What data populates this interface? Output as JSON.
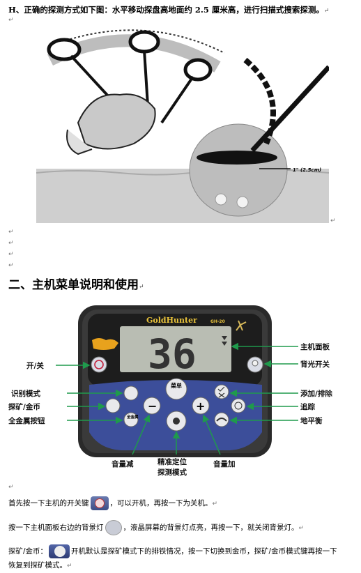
{
  "section_h": {
    "title": "H、正确的探测方式如下图：水平移动探盘高地面约 2.5 厘米高，进行扫描式搜索探测。"
  },
  "figure1": {
    "height_label": "1\" (2.5cm)"
  },
  "section2": {
    "title": "二、主机菜单说明和使用"
  },
  "device": {
    "brand": "GoldHunter",
    "model": "GH-20",
    "display_value": "36",
    "menu_btn": "菜单",
    "all_metal_btn": "全金属",
    "minus": "−",
    "plus": "+"
  },
  "callouts": {
    "main_panel": "主机面板",
    "power": "开/关",
    "backlight": "背光开关",
    "id_mode": "识别模式",
    "add_remove": "添加/排除",
    "mine_gold": "探矿/金币",
    "track": "追踪",
    "all_metal": "全金属按钮",
    "ground_balance": "地平衡",
    "volume_down": "音量减",
    "pinpoint_l1": "精准定位",
    "pinpoint_l2": "探测模式",
    "volume_up": "音量加"
  },
  "instructions": {
    "power_a": "首先按一下主机的开关键",
    "power_b": "，可以开机，再按一下为关机。",
    "light_a": "按一下主机面板右边的背景灯",
    "light_b": "，液晶屏幕的背景灯点亮，再按一下，就关闭背景灯。",
    "mine_a": "探矿/金币：",
    "mine_b": "开机默认是探矿模式下的排铁情况，按一下切换到金币，探矿/金币模式键再按一下",
    "mine_c": "恢复到探矿模式。"
  },
  "colors": {
    "panel_blue": "#3c4e9a",
    "screen_gray": "#b9bdb3",
    "arrow_green": "#1f9a4c"
  }
}
